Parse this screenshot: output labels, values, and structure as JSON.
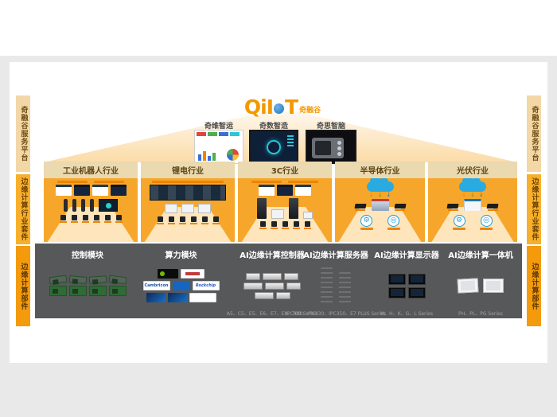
{
  "logo": {
    "text": "QiIoT",
    "left": "QiI",
    "right": "T",
    "brand_cn": "奇融谷"
  },
  "apps": [
    {
      "label": "奇维智运"
    },
    {
      "label": "奇数智造"
    },
    {
      "label": "奇思智脑"
    }
  ],
  "side_rail": {
    "platform": "奇融谷服务平台",
    "suite": "边缘计算行业套件",
    "parts": "边缘计算部件"
  },
  "industries": [
    {
      "label": "工业机器人行业"
    },
    {
      "label": "锂电行业"
    },
    {
      "label": "3C行业"
    },
    {
      "label": "半导体行业"
    },
    {
      "label": "光伏行业"
    }
  ],
  "product_strip": {
    "categories": [
      {
        "label": "控制模块",
        "series": ""
      },
      {
        "label": "算力模块",
        "series": ""
      },
      {
        "label": "AI边缘计算控制器",
        "series": "A5、C5、E5、E6、E7、E8、700 Series"
      },
      {
        "label": "AI边缘计算服务器",
        "series": "IPC400、IPC330、IPC350、E7 PLUS Series"
      },
      {
        "label": "AI边缘计算显示器",
        "series": "M、H、K、G、L Series"
      },
      {
        "label": "AI边缘计算一体机",
        "series": "PH、PL、PG Series"
      }
    ],
    "brand_logos": [
      {
        "name": "Cambricon"
      },
      {
        "name": "Rockchip"
      }
    ]
  },
  "colors": {
    "accent_orange": "#F7A823",
    "header_beige": "#EBD9B0",
    "strip_gray": "#57585A",
    "logo_orange": "#F39800",
    "logo_blue": "#1B75BB",
    "cloud_blue": "#29ABE2"
  }
}
